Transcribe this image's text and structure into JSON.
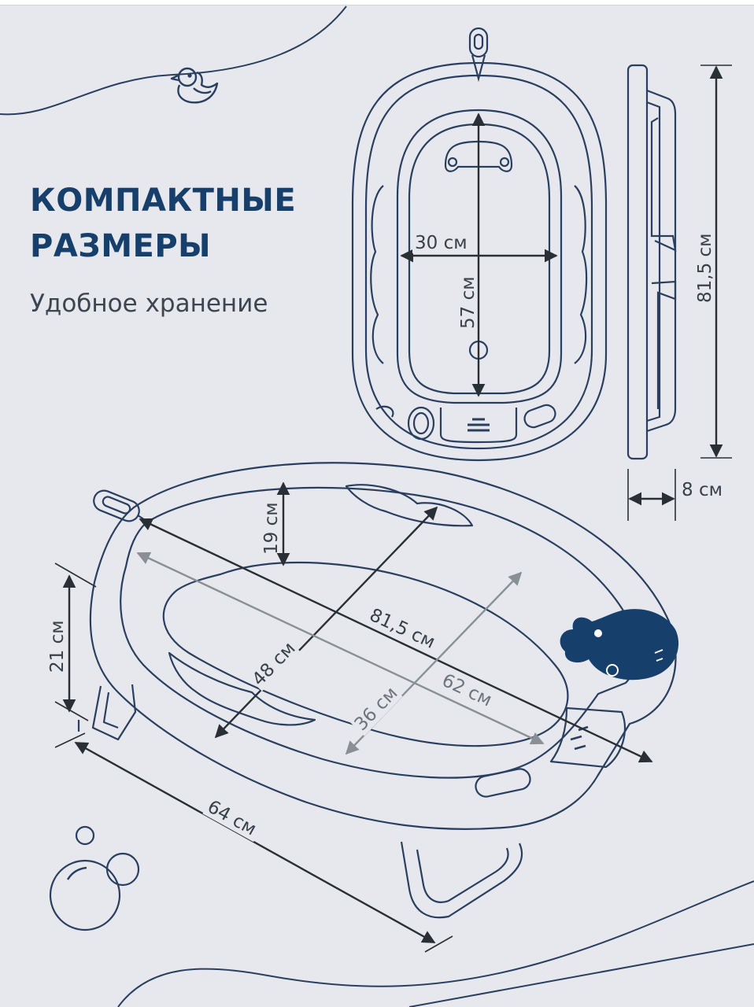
{
  "heading": {
    "line1": "КОМПАКТНЫЕ",
    "line2": "РАЗМЕРЫ",
    "subtitle": "Удобное хранение"
  },
  "top_view": {
    "width": "30 см",
    "length": "57 см"
  },
  "side_view": {
    "height": "81,5 см",
    "folded_depth": "8 см"
  },
  "perspective_view": {
    "depth_inner": "19 см",
    "overall_length": "81,5 см",
    "overall_width": "48 см",
    "inner_width": "36 см",
    "inner_length": "62 см",
    "height": "21 см",
    "base_length": "64 см"
  },
  "colors": {
    "background": "#e6e8ed",
    "line": "#2a3f5f",
    "heading": "#173f6b",
    "whale": "#173f6b",
    "grey_dimension": "#8a8f96"
  },
  "icons": [
    "bird-icon",
    "bubbles-icon",
    "whale-thermometer-icon"
  ]
}
